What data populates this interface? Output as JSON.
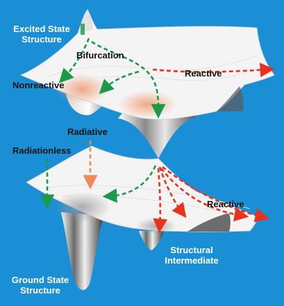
{
  "labels": {
    "excited_state_line1": "Excited State",
    "excited_state_line2": "Structure",
    "bifurcation": "Bifurcation",
    "nonreactive": "Nonreactive",
    "reactive_upper": "Reactive",
    "radiative": "Radiative",
    "radiationless": "Radiationless",
    "reactive_lower": "Reactive",
    "structural_line1": "Structural",
    "structural_line2": "Intermediate",
    "ground_state_line1": "Ground State",
    "ground_state_line2": "Structure"
  },
  "colors": {
    "background": "#1a8fd6",
    "green_arrow": "#1a9a4a",
    "red_arrow": "#e8321e",
    "orange_arrow": "#f08a5a",
    "surface": "#f4f4f4",
    "text_white": "#ffffff",
    "text_black": "#111111"
  }
}
